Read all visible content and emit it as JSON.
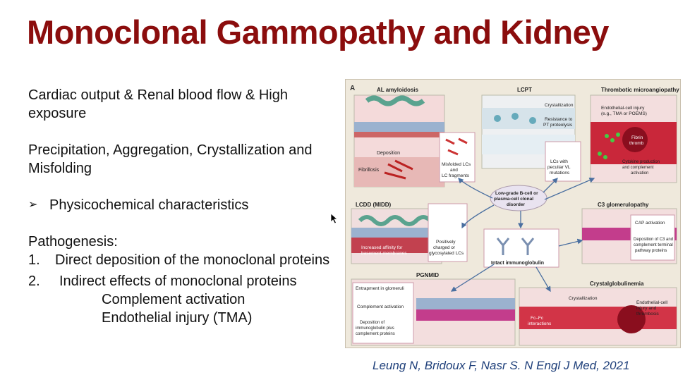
{
  "slide": {
    "title": "Monoclonal Gammopathy and Kidney",
    "para1": "Cardiac output & Renal blood flow & High exposure",
    "para2": "Precipitation, Aggregation, Crystallization and Misfolding",
    "bullet_marker": "➢",
    "bullet_text": "Physicochemical characteristics",
    "pathogenesis_heading": "Pathogenesis:",
    "item1_num": "1.",
    "item1_text": "Direct deposition of the monoclonal proteins",
    "item2_num": "2.",
    "item2_text": "Indirect effects of monoclonal proteins",
    "sub1": "Complement activation",
    "sub2": "Endothelial injury (TMA)",
    "citation": "Leung N, Bridoux F, Nasr S. N Engl J Med, 2021"
  },
  "figure": {
    "panel_letter": "A",
    "center_label": "Low-grade B-cell or plasma-cell clonal disorder",
    "intact_ig": "Intact immunoglobulin",
    "al": {
      "title": "AL amyloidosis",
      "deposition": "Deposition",
      "fibrillosis": "Fibrillosis",
      "misfolded": "Misfolded LCs and LC fragments"
    },
    "lcpt": {
      "title": "LCPT",
      "crystallization": "Crystallization",
      "resistance": "Resistance to PT proteolysis",
      "peculiar": "LCs with peculiar VL mutations"
    },
    "tma": {
      "title": "Thrombotic microangiopathy",
      "injury": "Endothelial-cell injury (e.g., TMA or POEMS)",
      "fibrin": "Fibrin thromb",
      "cytokine": "Cytokine production and complement activation"
    },
    "lcdd": {
      "title": "LCDD (MIDD)",
      "affinity": "Increased affinity for basement membranes",
      "charged": "Positively charged or glycosylated LCs"
    },
    "c3": {
      "title": "C3 glomerulopathy",
      "cap": "CAP activation",
      "deposition": "Deposition of C3 and complement terminal pathway proteins"
    },
    "pgnmid": {
      "title": "PGNMID",
      "entrapment": "Entrapment in glomeruli",
      "complement": "Complement activation",
      "deposition": "Deposition of immunoglobulin plus complement proteins"
    },
    "cryst": {
      "title": "Crystalglobulinemia",
      "crystallization": "Crystallization",
      "fcfc": "Fc–Fc interactions",
      "injury": "Endothelial-cell injury and thrombosis"
    }
  }
}
